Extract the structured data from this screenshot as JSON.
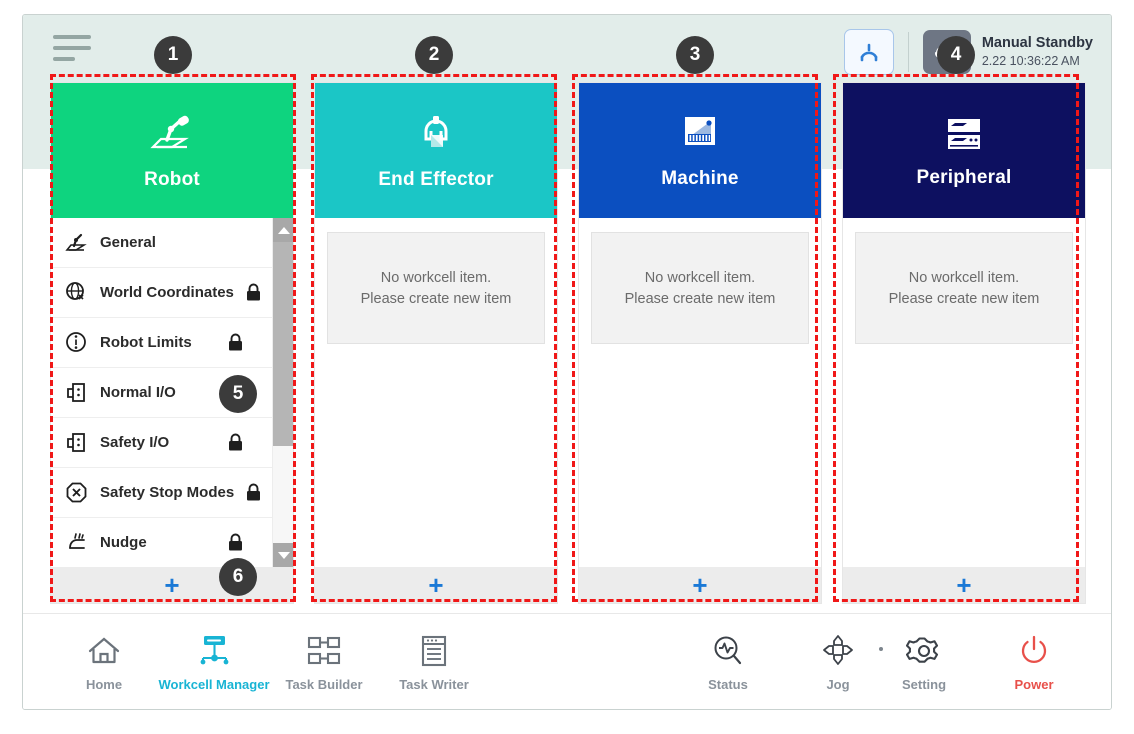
{
  "header": {
    "menu_icon": "hamburger-menu-icon",
    "reset_icon": "robot-reset-icon",
    "mode_icon": "manual-hand-icon",
    "status_title": "Manual Standby",
    "status_time": "2.22 10:36:22 AM"
  },
  "cards": [
    {
      "id": "robot",
      "title": "Robot",
      "icon": "robot-arm-icon",
      "color": "#0ed47f",
      "add_label": "+",
      "has_list": true,
      "items": [
        {
          "label": "General",
          "icon": "robot-arm-icon",
          "locked": false
        },
        {
          "label": "World Coordinates",
          "icon": "globe-axis-icon",
          "locked": true
        },
        {
          "label": "Robot Limits",
          "icon": "limits-circle-icon",
          "locked": true
        },
        {
          "label": "Normal I/O",
          "icon": "io-port-icon",
          "locked": false
        },
        {
          "label": "Safety I/O",
          "icon": "io-port-icon",
          "locked": true
        },
        {
          "label": "Safety Stop Modes",
          "icon": "stop-octagon-icon",
          "locked": true
        },
        {
          "label": "Nudge",
          "icon": "nudge-hand-icon",
          "locked": true
        }
      ]
    },
    {
      "id": "end-effector",
      "title": "End Effector",
      "icon": "gripper-icon",
      "color": "#1bc6c6",
      "add_label": "+",
      "has_list": false,
      "empty_line1": "No workcell item.",
      "empty_line2": "Please create new item"
    },
    {
      "id": "machine",
      "title": "Machine",
      "icon": "machine-panel-icon",
      "color": "#0b4fc0",
      "add_label": "+",
      "has_list": false,
      "empty_line1": "No workcell item.",
      "empty_line2": "Please create new item"
    },
    {
      "id": "peripheral",
      "title": "Peripheral",
      "icon": "server-rack-icon",
      "color": "#0d1060",
      "add_label": "+",
      "has_list": false,
      "empty_line1": "No workcell item.",
      "empty_line2": "Please create new item"
    }
  ],
  "bottom_nav": {
    "left": [
      {
        "label": "Home",
        "icon": "home-icon",
        "active": false
      },
      {
        "label": "Workcell Manager",
        "icon": "workcell-manager-icon",
        "active": true
      },
      {
        "label": "Task Builder",
        "icon": "task-builder-icon",
        "active": false
      },
      {
        "label": "Task Writer",
        "icon": "task-writer-icon",
        "active": false
      }
    ],
    "right": [
      {
        "label": "Status",
        "icon": "status-pulse-icon",
        "active": false
      },
      {
        "label": "Jog",
        "icon": "jog-dpad-icon",
        "active": false
      },
      {
        "label": "Setting",
        "icon": "gear-icon",
        "active": false
      },
      {
        "label": "Power",
        "icon": "power-icon",
        "active": false
      }
    ]
  },
  "annotations": [
    {
      "number": "1"
    },
    {
      "number": "2"
    },
    {
      "number": "3"
    },
    {
      "number": "4"
    },
    {
      "number": "5"
    },
    {
      "number": "6"
    }
  ],
  "colors": {
    "accent_blue": "#1b79d6",
    "active_cyan": "#18b4d4",
    "power_red": "#e8504a",
    "annotation_red": "#f01818",
    "header_band": "#e2edea"
  }
}
